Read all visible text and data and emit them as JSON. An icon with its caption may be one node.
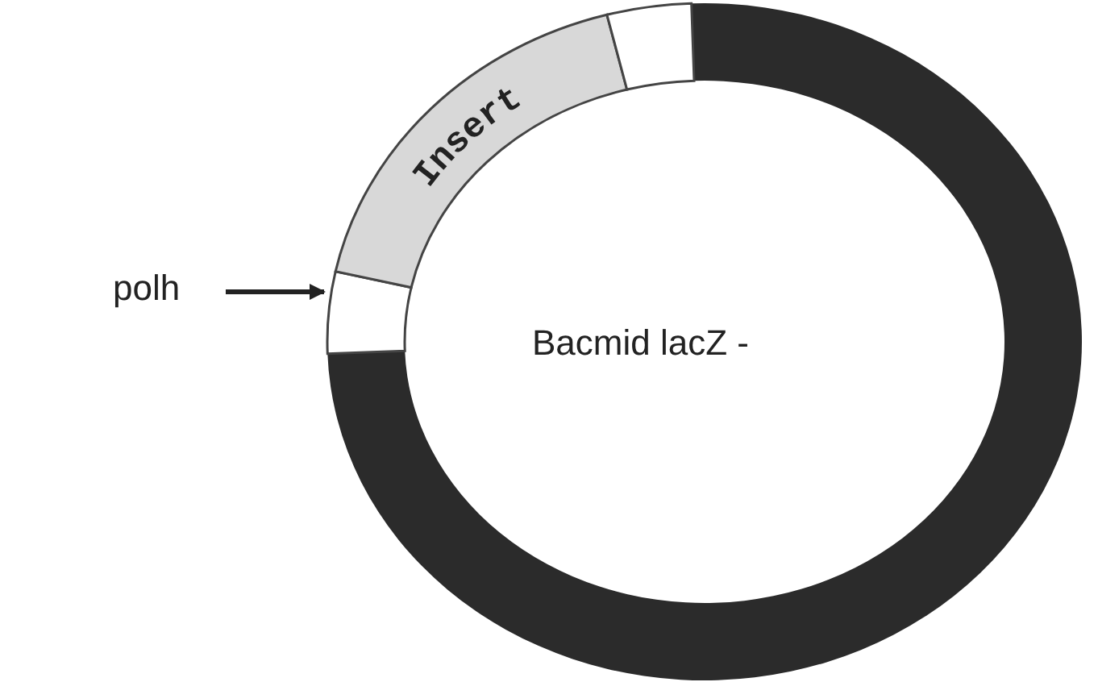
{
  "diagram": {
    "nodes": [
      {
        "text": [
          "polh"
        ]
      },
      {
        "text": [],
        "shape": "bar"
      },
      {
        "text": [
          "Insert"
        ]
      },
      {
        "text": [],
        "shape": "bar"
      }
    ],
    "edges": [
      {
        "from": 0,
        "to": 1,
        "arrow": "to"
      }
    ],
    "labels": [
      "Bacmid lacZ -"
    ]
  }
}
